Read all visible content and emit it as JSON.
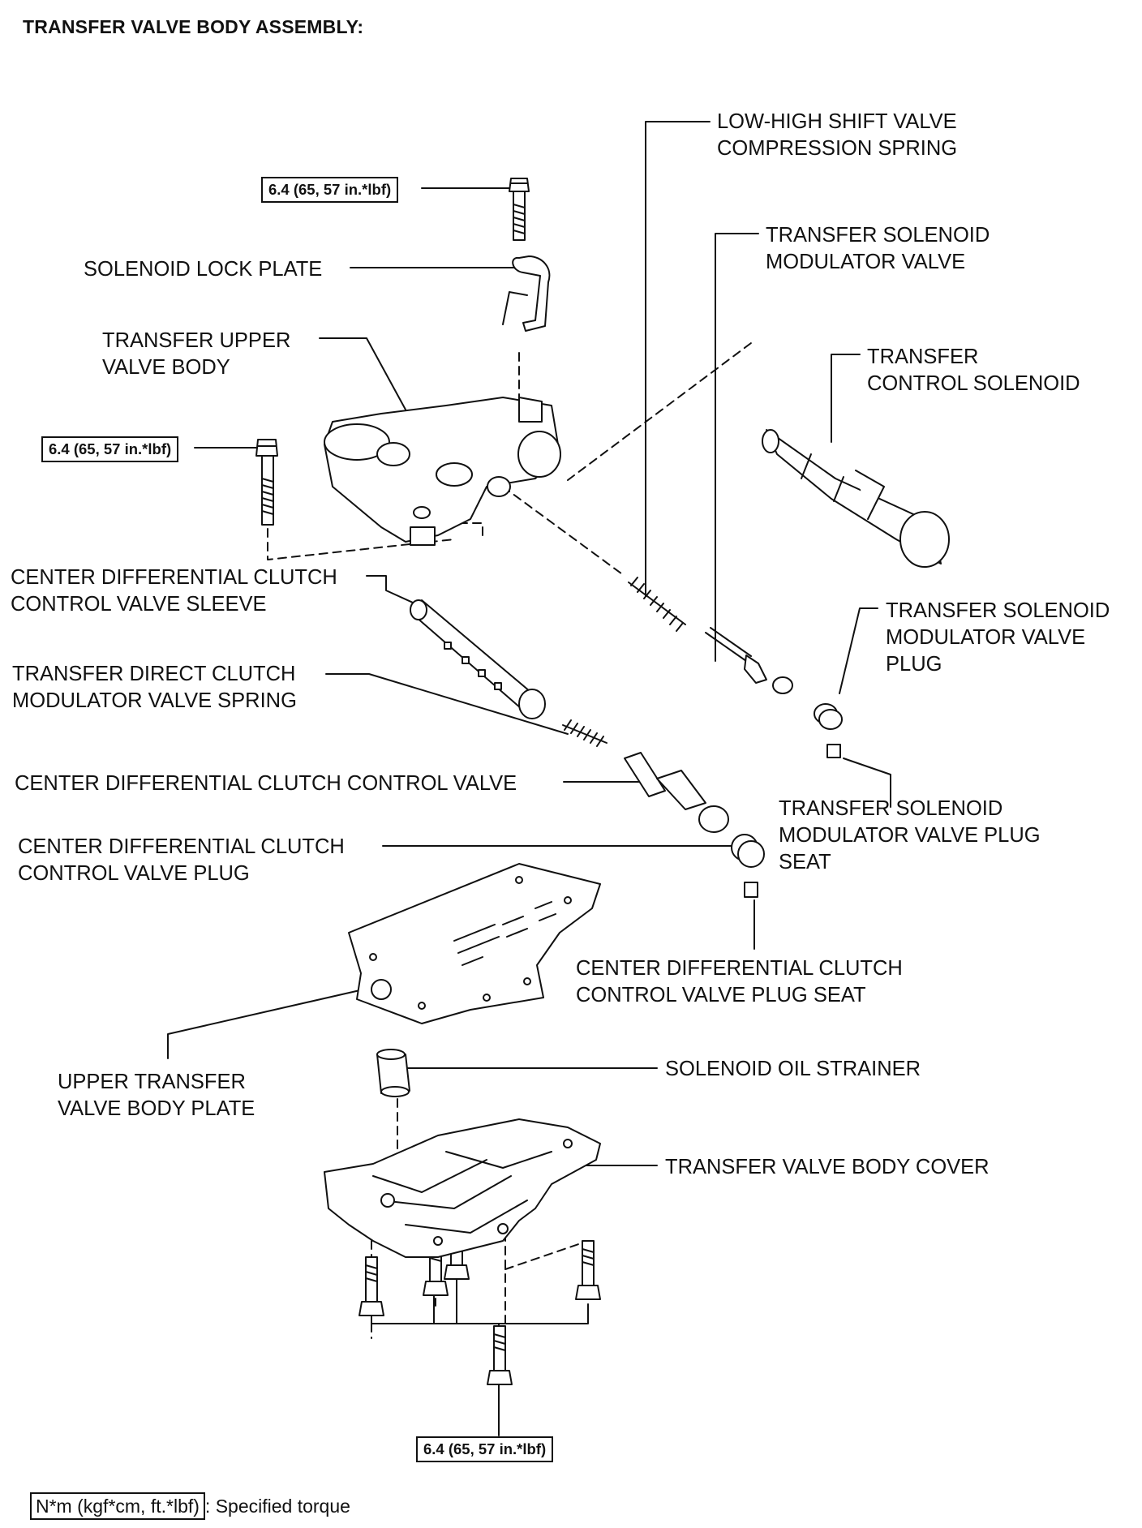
{
  "title": "TRANSFER VALVE BODY ASSEMBLY:",
  "torque_spec": "6.4 (65, 57 in.*lbf)",
  "labels": {
    "low_high_spring": [
      "LOW-HIGH SHIFT VALVE",
      "COMPRESSION SPRING"
    ],
    "modulator_valve": [
      "TRANSFER SOLENOID",
      "MODULATOR VALVE"
    ],
    "control_solenoid": [
      "TRANSFER",
      "CONTROL SOLENOID"
    ],
    "solenoid_lock_plate": [
      "SOLENOID LOCK PLATE"
    ],
    "upper_valve_body": [
      "TRANSFER UPPER",
      "VALVE BODY"
    ],
    "cd_sleeve": [
      "CENTER DIFFERENTIAL CLUTCH",
      "CONTROL VALVE SLEEVE"
    ],
    "direct_clutch_spring": [
      "TRANSFER DIRECT CLUTCH",
      "MODULATOR VALVE SPRING"
    ],
    "cd_control_valve": [
      "CENTER DIFFERENTIAL CLUTCH CONTROL VALVE"
    ],
    "cd_plug": [
      "CENTER DIFFERENTIAL CLUTCH",
      "CONTROL VALVE PLUG"
    ],
    "modulator_plug": [
      "TRANSFER SOLENOID",
      "MODULATOR VALVE",
      "PLUG"
    ],
    "modulator_plug_seat": [
      "TRANSFER SOLENOID",
      "MODULATOR VALVE PLUG",
      "SEAT"
    ],
    "cd_plug_seat": [
      "CENTER DIFFERENTIAL CLUTCH",
      "CONTROL VALVE PLUG SEAT"
    ],
    "upper_plate": [
      "UPPER TRANSFER",
      "VALVE BODY PLATE"
    ],
    "oil_strainer": [
      "SOLENOID OIL STRAINER"
    ],
    "valve_body_cover": [
      "TRANSFER VALVE BODY COVER"
    ]
  },
  "legend": {
    "unit_box": "N*m (kgf*cm, ft.*lbf)",
    "text": ": Specified torque"
  }
}
